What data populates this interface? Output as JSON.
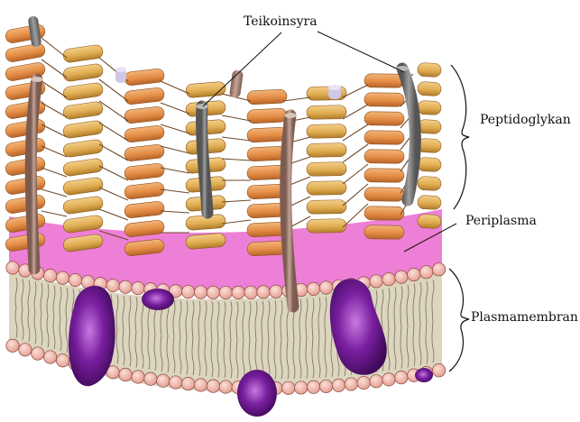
{
  "labels": {
    "teichoic": "Teikoinsyra",
    "peptidoglycan": "Peptidoglykan",
    "periplasm": "Periplasma",
    "plasma_membrane": "Plasmamembran"
  },
  "colors": {
    "background": "#ffffff",
    "peptidoglycan_orange": "#e48d45",
    "peptidoglycan_yellow": "#e0ad52",
    "crosslink": "#6f4a2a",
    "periplasm": "#ee7fd6",
    "lipid_head": "#efb4a8",
    "lipid_head_stroke": "#8a4a42",
    "lipid_tail": "#d9d2bc",
    "membrane_protein": "#7a1fa0",
    "teichoic_rod": "#a88878",
    "teichoic_rod_dark": "#7c7c7c",
    "leader_line": "#111111"
  },
  "icons": [
    "peptidoglycan-layer",
    "teichoic-acid-rod",
    "periplasm-band",
    "lipid-bilayer",
    "membrane-protein"
  ]
}
